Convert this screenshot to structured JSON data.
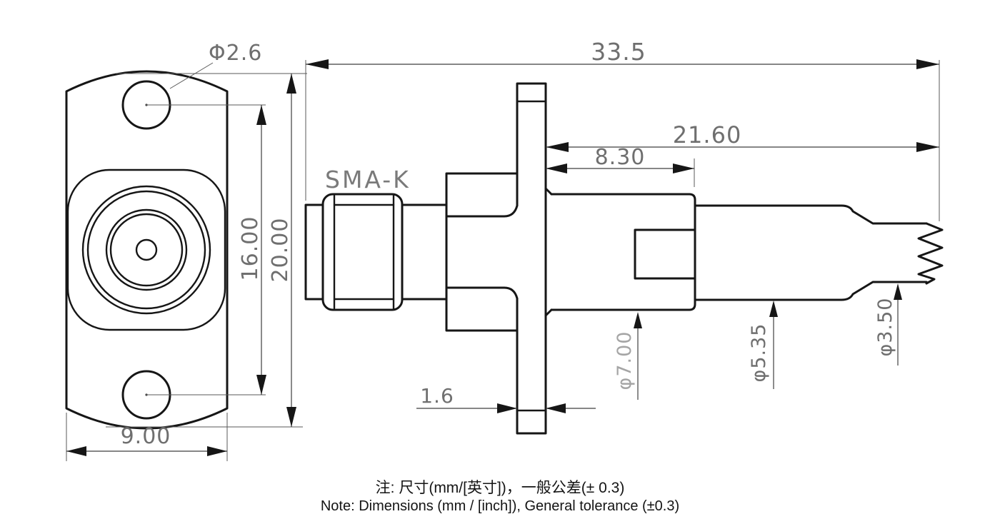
{
  "drawing": {
    "type": "engineering-dimension-drawing",
    "connector_label": "SMA-K",
    "dimensions": {
      "mount_hole_diameter": "Φ2.6",
      "overall_length": "33.5",
      "rear_length": "21.60",
      "boss_length": "8.30",
      "hole_spacing": "16.00",
      "flange_height": "20.00",
      "flange_width": "9.00",
      "flange_thickness": "1.6",
      "boss_diameter": "φ7.00",
      "body_diameter": "φ5.35",
      "cable_diameter": "φ3.50"
    },
    "notes": {
      "line1": "注: 尺寸(mm/[英寸])，一般公差(± 0.3)",
      "line2": "Note: Dimensions (mm / [inch]), General tolerance (±0.3)"
    },
    "colors": {
      "background": "#ffffff",
      "part_line": "#161616",
      "dimension_line": "#3e3e3e",
      "dimension_text": "#6f6f6f"
    }
  }
}
